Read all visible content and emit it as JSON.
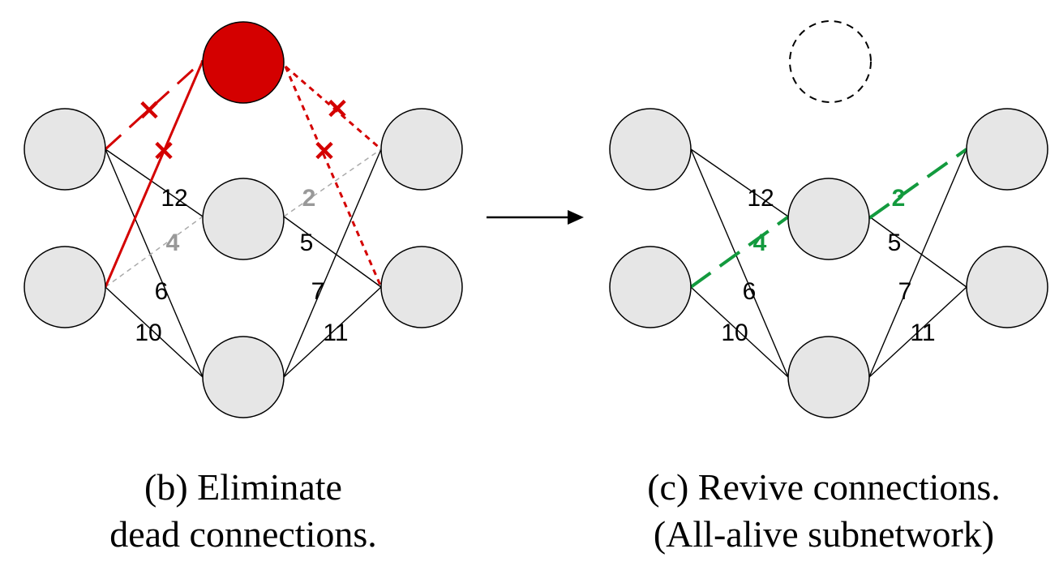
{
  "panel_b": {
    "labels": {
      "w12": "12",
      "w2": "2",
      "w5": "5",
      "w4": "4",
      "w6": "6",
      "w7": "7",
      "w10": "10",
      "w11": "11"
    },
    "cross_mark": "✕",
    "caption_line1": "(b) Eliminate",
    "caption_line2": "dead connections."
  },
  "panel_c": {
    "labels": {
      "w12": "12",
      "w2": "2",
      "w5": "5",
      "w4": "4",
      "w6": "6",
      "w7": "7",
      "w10": "10",
      "w11": "11"
    },
    "caption_line1": "(c) Revive connections.",
    "caption_line2": "(All-alive subnetwork)"
  },
  "colors": {
    "dead_node": "#d40000",
    "node_fill": "#e6e6e6",
    "revived_edge": "#139a3e",
    "removed_weight": "#999999"
  }
}
